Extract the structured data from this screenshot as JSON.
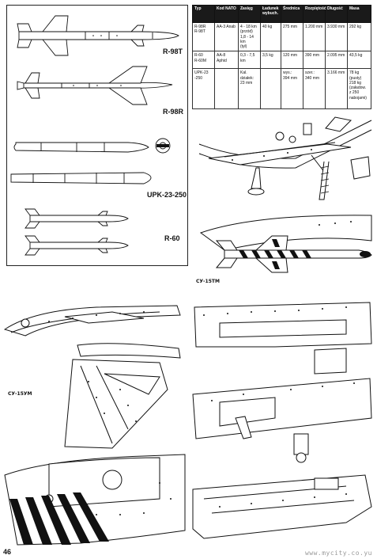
{
  "weapons": {
    "r98t": "R-98T",
    "r98r": "R-98R",
    "upk": "UPK-23-250",
    "r60": "R-60"
  },
  "table": {
    "headers": [
      "Typ",
      "Kod NATO",
      "Zasięg",
      "Ładunek wybuch.",
      "Średnica",
      "Rozpiętość",
      "Długość",
      "Masa"
    ],
    "rows": [
      {
        "typ": [
          "R-98R",
          "R-98T"
        ],
        "nato": [
          "AA-3 Anab"
        ],
        "zasieg": [
          "4 - 18 km",
          "(przód)",
          "1,8 - 14 km",
          "(tył)"
        ],
        "ladunek": [
          "40 kg"
        ],
        "srednica": [
          "275 mm"
        ],
        "rozpietosc": [
          "1.200 mm"
        ],
        "dlugosc": [
          "3.930 mm"
        ],
        "masa": [
          "292 kg"
        ]
      },
      {
        "typ": [
          "R-60",
          "R-60M"
        ],
        "nato": [
          "AA-8 Aphid"
        ],
        "zasieg": [
          "0,3 - 7,5 km"
        ],
        "ladunek": [
          "3,5 kg"
        ],
        "srednica": [
          "120 mm"
        ],
        "rozpietosc": [
          "390 mm"
        ],
        "dlugosc": [
          "2.095 mm"
        ],
        "masa": [
          "43,5 kg"
        ]
      },
      {
        "typ": [
          "UPK-23",
          "-250"
        ],
        "nato": [
          ""
        ],
        "zasieg": [
          "Kal. działek: 23 mm"
        ],
        "ladunek": [
          ""
        ],
        "srednica": [
          "wys.:",
          "394 mm"
        ],
        "rozpietosc": [
          "szer.:",
          "340 mm"
        ],
        "dlugosc": [
          "3.166 mm"
        ],
        "masa": [
          "78 kg",
          "(pusty)",
          "218 kg",
          "(załadow.",
          "z 250",
          "nabojami)"
        ]
      }
    ]
  },
  "captions": {
    "su15tm": "СУ-15ТМ",
    "su15um": "СУ-15УМ"
  },
  "page_number": "46",
  "watermark": "www.mycity.co.yu"
}
